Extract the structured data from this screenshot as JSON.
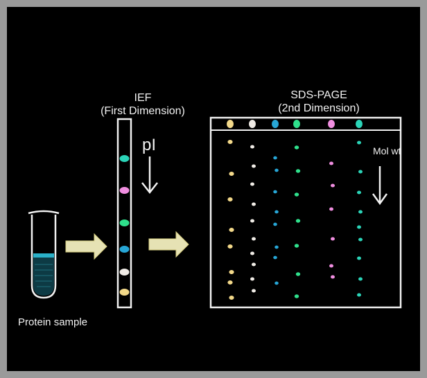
{
  "labels": {
    "ief_title": "IEF",
    "ief_subtitle": "(First Dimension)",
    "sds_title": "SDS-PAGE",
    "sds_subtitle": "(2nd Dimension)",
    "pi": "pI",
    "mol_wt": "Mol wt",
    "protein_sample": "Protein sample"
  },
  "colors": {
    "background": "#000000",
    "frame": "#9a9a9a",
    "chalk": "#f2f2f2",
    "arrow_fill": "#e6e2b4",
    "liquid": "#2ab0c8",
    "yellow": "#f3d98a",
    "white": "#f0ece6",
    "blue": "#27a6d6",
    "green": "#2fe08c",
    "pink": "#f08ee0",
    "teal": "#2bd4b8"
  },
  "ief_strip_bands": [
    "teal",
    "pink",
    "green",
    "blue",
    "white",
    "yellow"
  ],
  "gel_lanes": [
    "yellow",
    "white",
    "blue",
    "green",
    "pink",
    "teal"
  ]
}
